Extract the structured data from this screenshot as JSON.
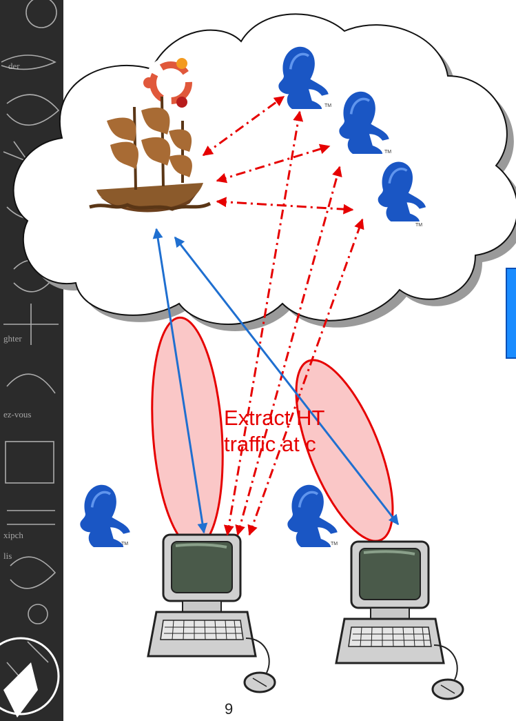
{
  "caption": {
    "line1": "Extract HT",
    "line2": "traffic at c"
  },
  "slide_number": "9",
  "colors": {
    "p2p_link": "#e60000",
    "http_link": "#1f6fd0",
    "highlight_fill": "#f8b4b4",
    "highlight_stroke": "#e60000",
    "cloud_fill": "#ffffff",
    "cloud_shadow": "#9a9a9a",
    "frog": "#1a56c4",
    "chalkboard": "#2b2b2b"
  },
  "icons": {
    "server": "pirate-ship-icon",
    "os": "ubuntu-logo-icon",
    "peer": "frog-peer-icon",
    "client": "desktop-computer-icon"
  },
  "trademark": "TM"
}
